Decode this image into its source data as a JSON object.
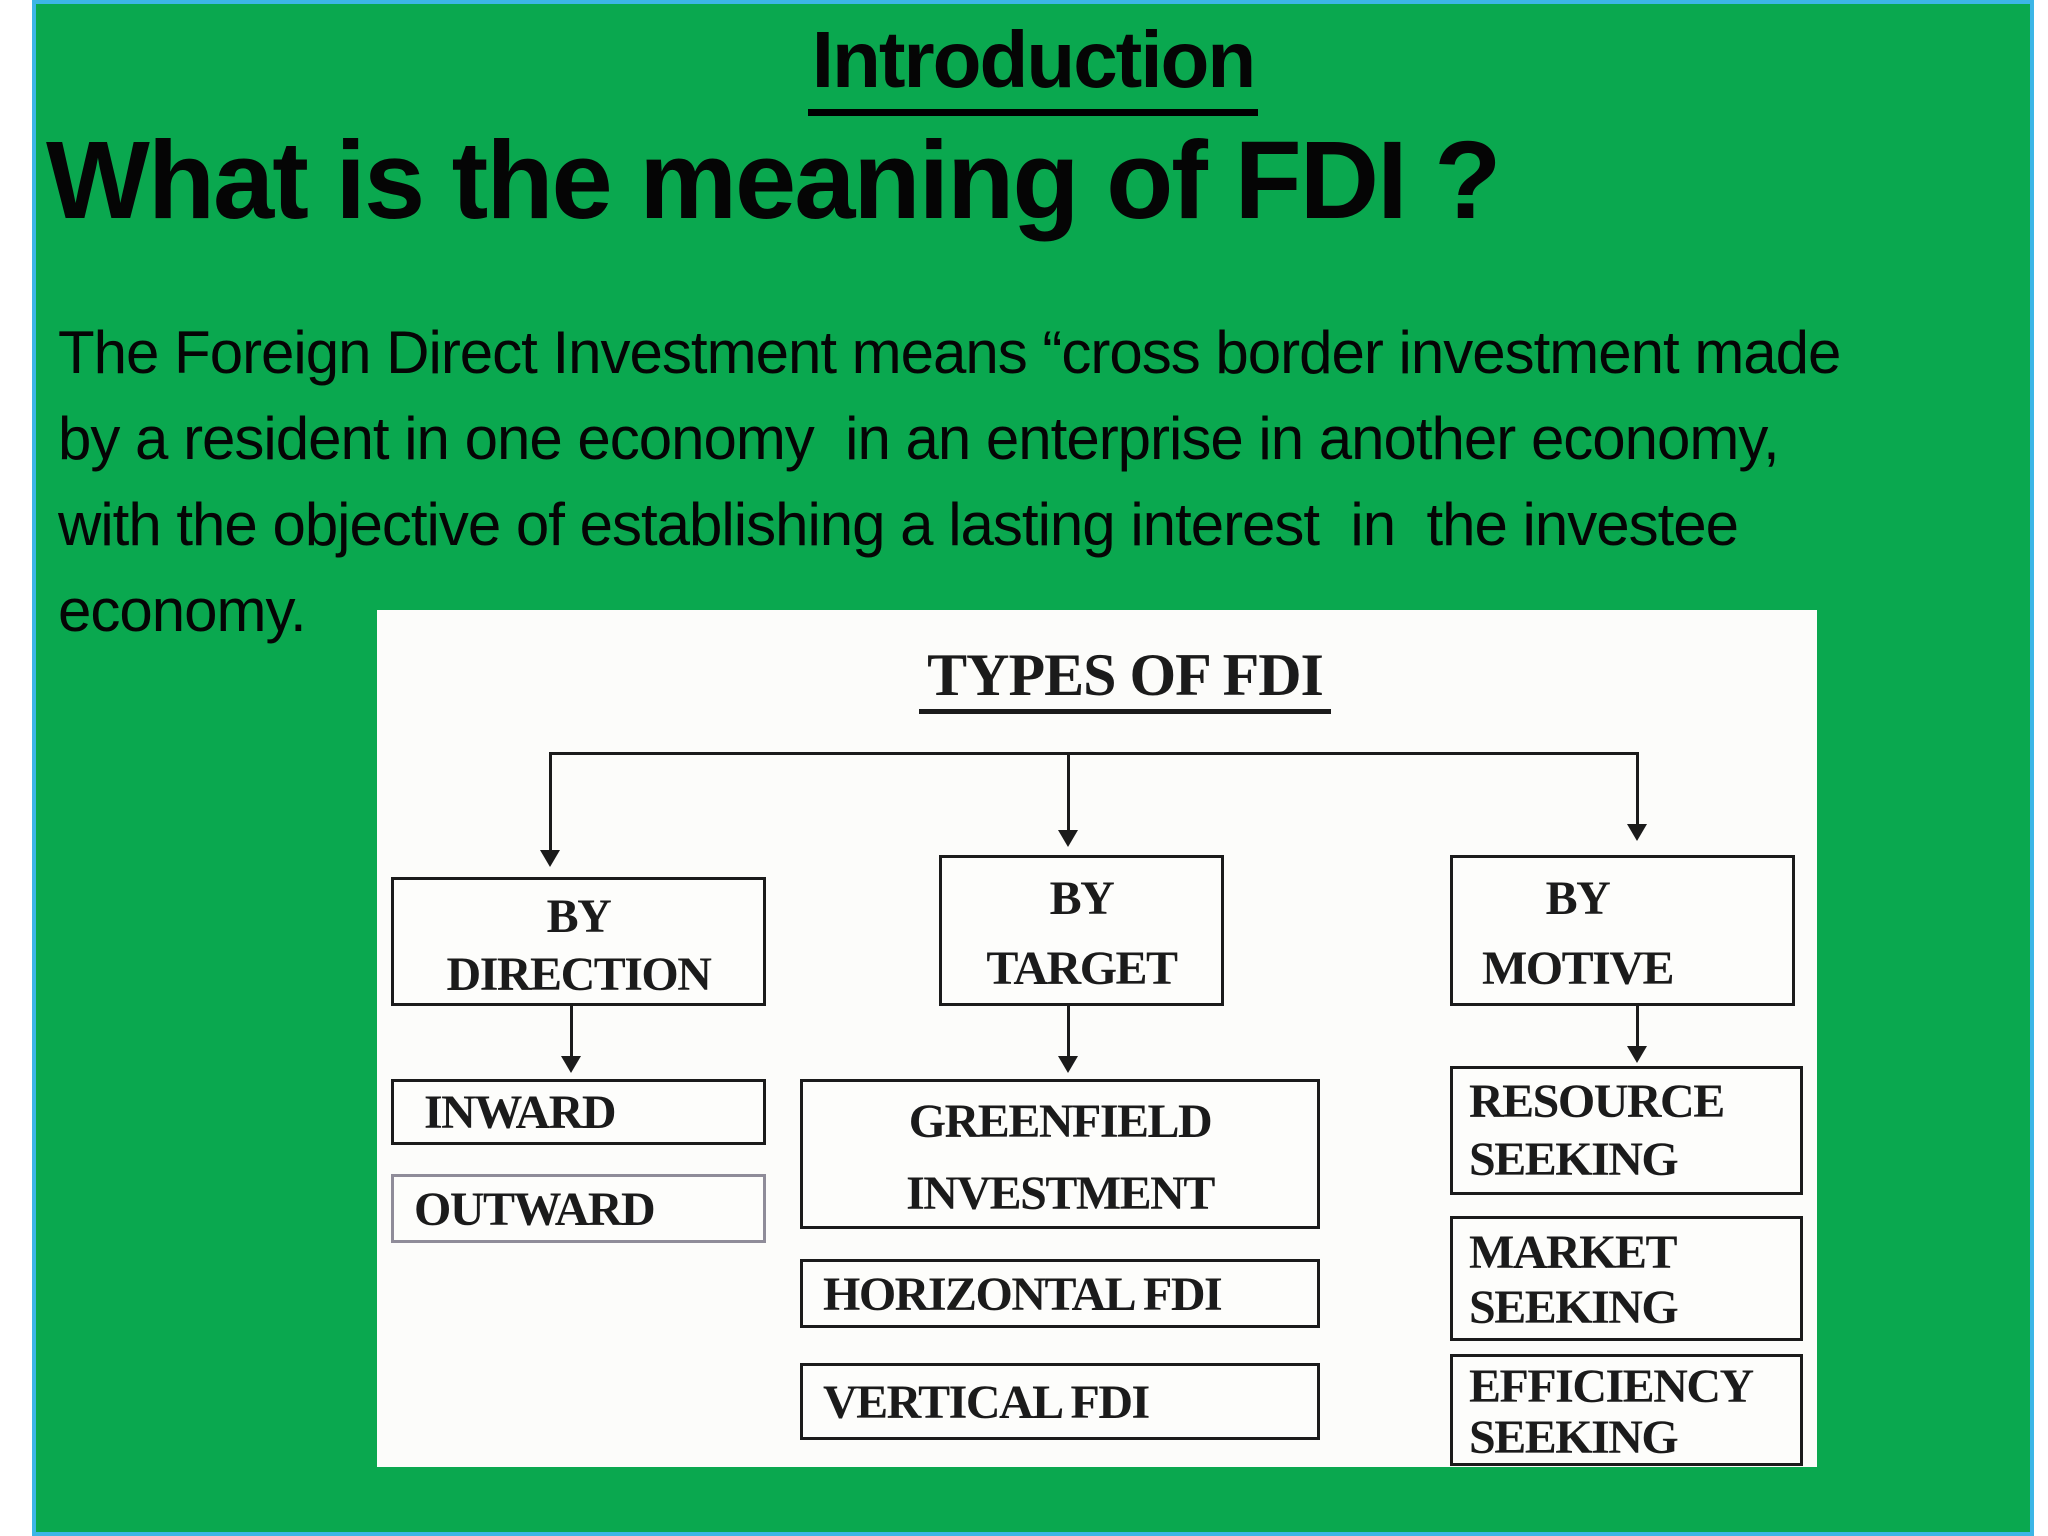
{
  "colors": {
    "slide_green": "#0aa84f",
    "border_cyan": "#3cb6e6",
    "diagram_ink": "#1b1b1b",
    "outward_box_border": "#8f8c99"
  },
  "slide": {
    "kicker": "Introduction",
    "heading": "What is the meaning of FDI ?",
    "body_lines": [
      "The Foreign Direct Investment means “cross border investment made",
      "by a resident in one economy  in an enterprise in another economy,",
      "with the objective of establishing a lasting interest  in  the investee",
      "economy."
    ]
  },
  "diagram": {
    "title": "TYPES OF FDI",
    "col1": {
      "head": [
        "BY",
        "DIRECTION"
      ],
      "children": [
        "INWARD",
        "OUTWARD"
      ]
    },
    "col2": {
      "head": [
        "BY",
        "TARGET"
      ],
      "children": [
        [
          "GREENFIELD",
          "INVESTMENT"
        ],
        "HORIZONTAL FDI",
        "VERTICAL FDI"
      ]
    },
    "col3": {
      "head": [
        "BY",
        "MOTIVE"
      ],
      "children": [
        [
          "RESOURCE",
          "SEEKING"
        ],
        [
          "MARKET",
          "SEEKING"
        ],
        [
          "EFFICIENCY",
          "SEEKING"
        ]
      ]
    }
  }
}
